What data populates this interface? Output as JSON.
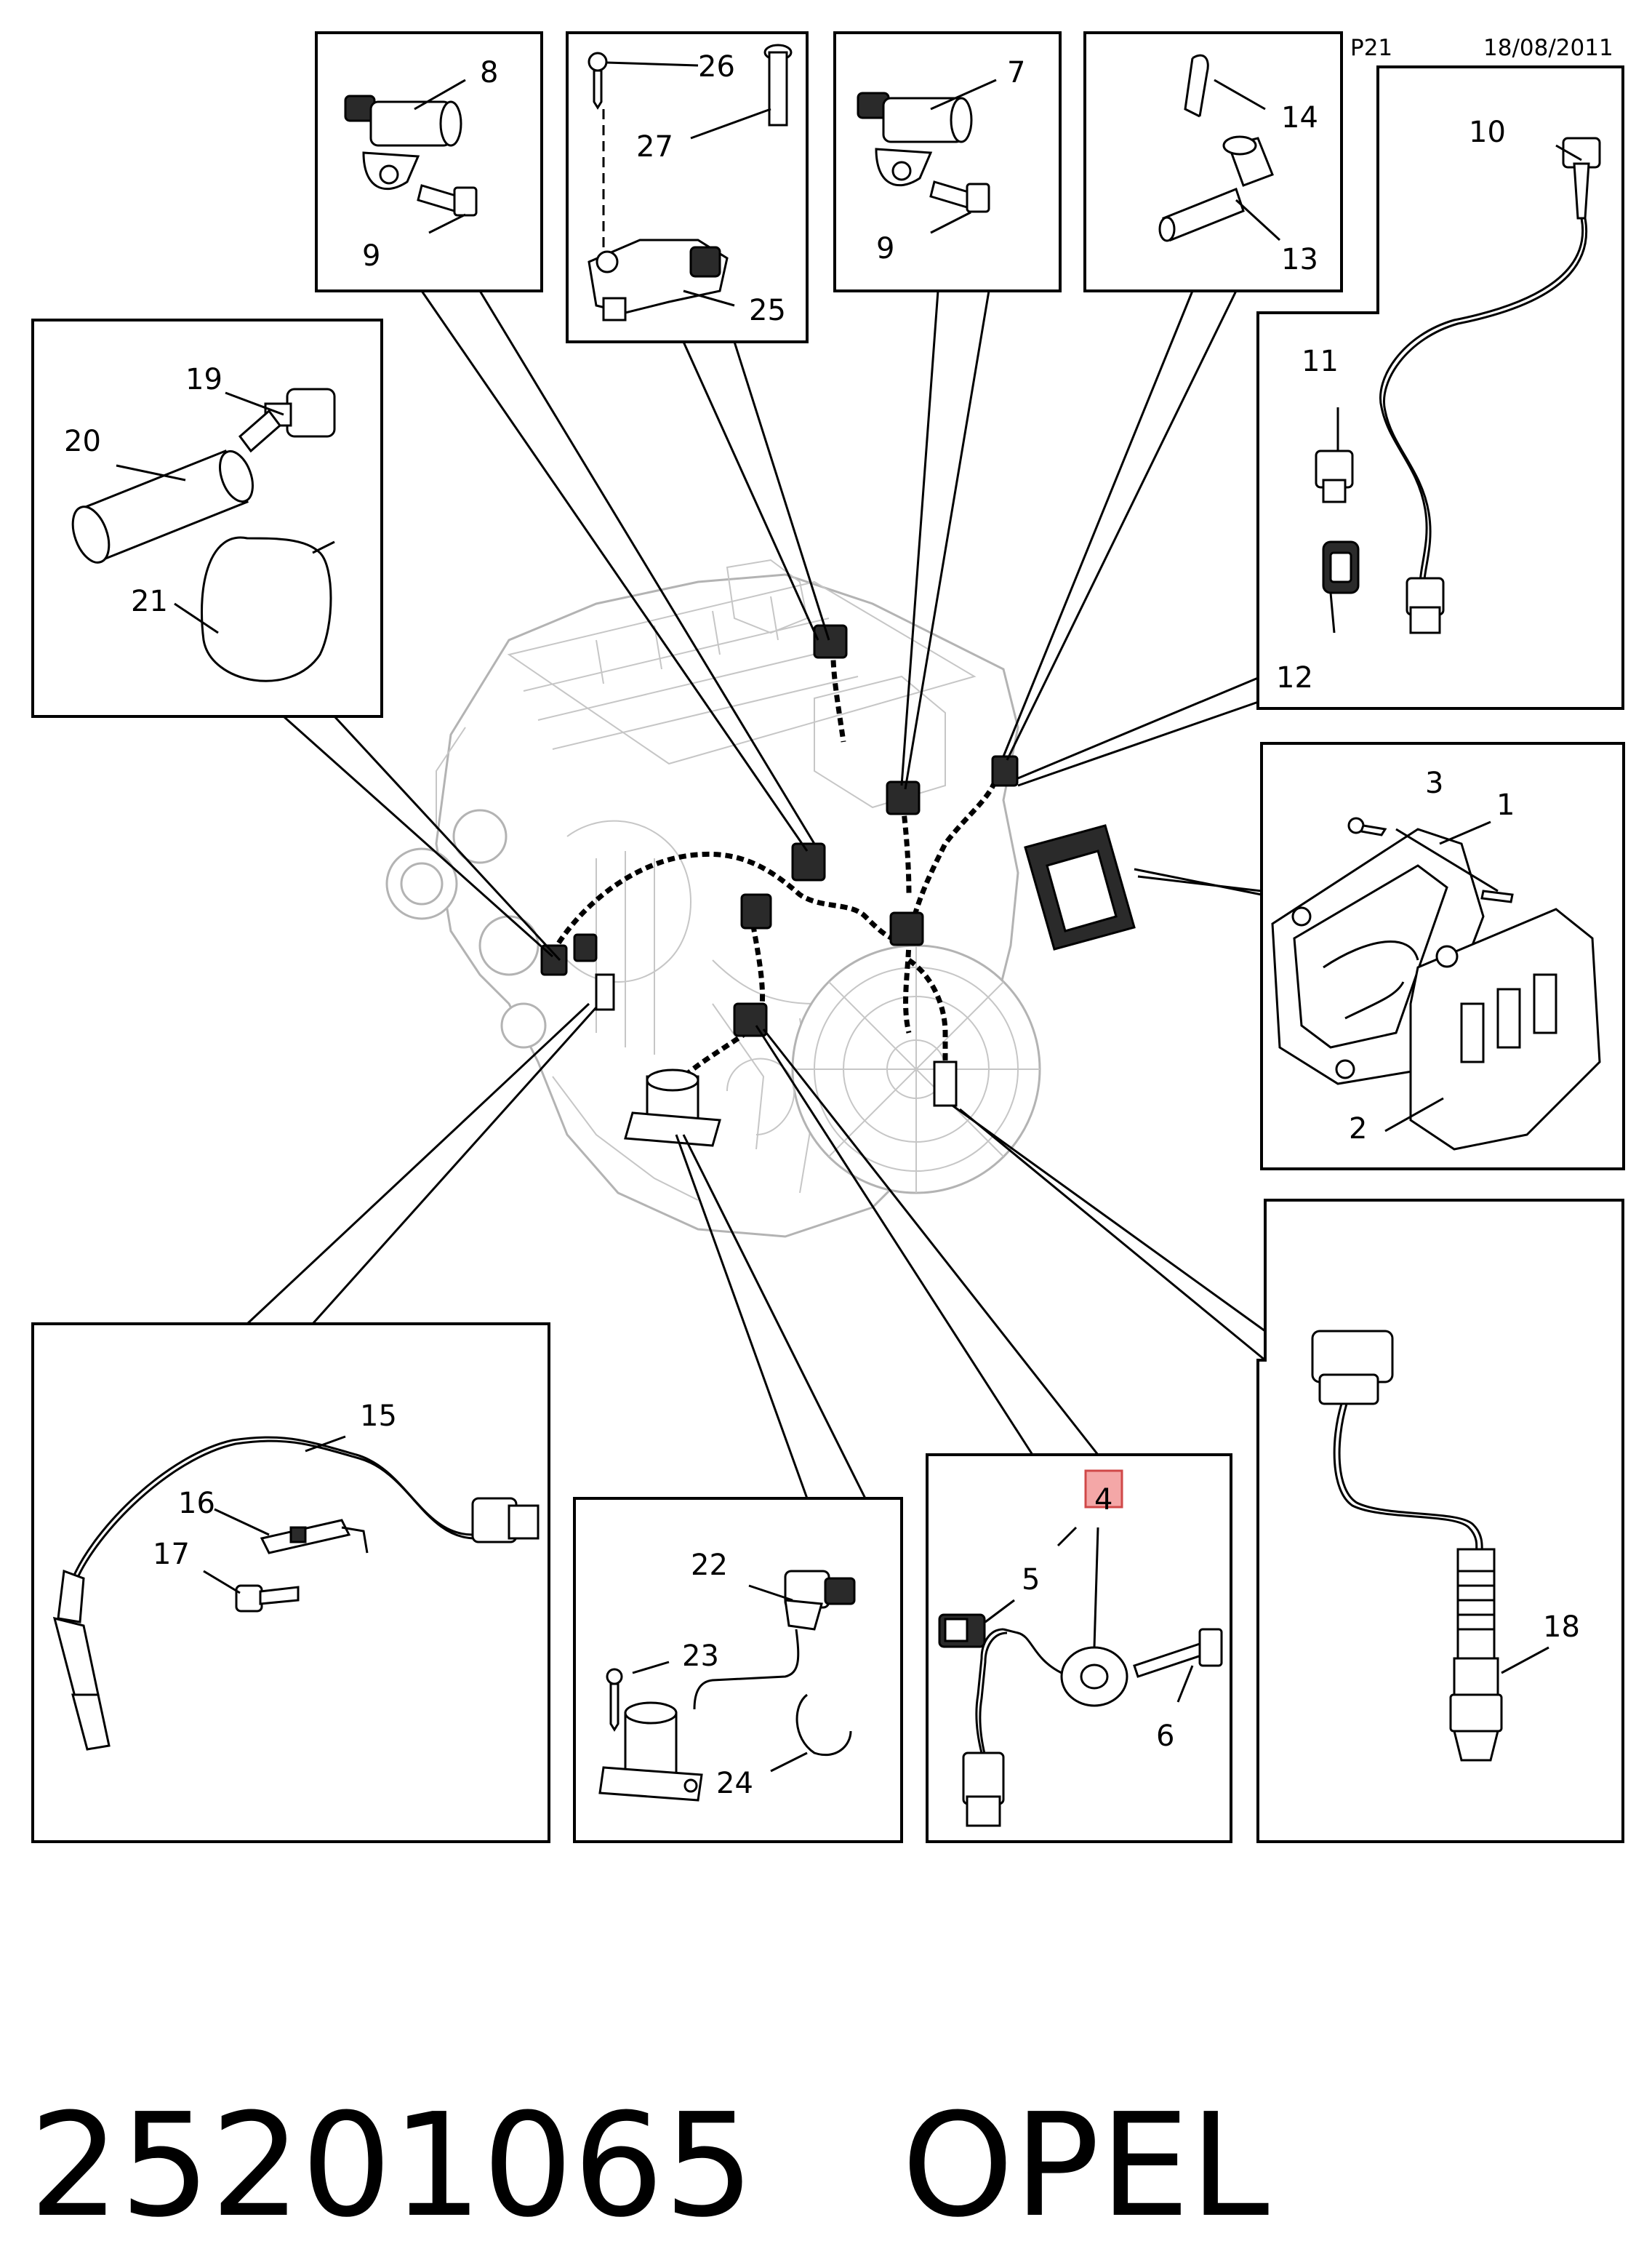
{
  "header": {
    "page_code": "P21",
    "date": "18/08/2011"
  },
  "callouts": {
    "c1": "1",
    "c2": "2",
    "c3": "3",
    "c4": "4",
    "c5": "5",
    "c6": "6",
    "c7": "7",
    "c8": "8",
    "c9a": "9",
    "c9b": "9",
    "c10": "10",
    "c11": "11",
    "c12": "12",
    "c13": "13",
    "c14": "14",
    "c15": "15",
    "c16": "16",
    "c17": "17",
    "c18": "18",
    "c19": "19",
    "c20": "20",
    "c21": "21",
    "c22": "22",
    "c23": "23",
    "c24": "24",
    "c25": "25",
    "c26": "26",
    "c27": "27"
  },
  "highlight": {
    "color": "#f4a7a7",
    "target": "4"
  },
  "footer": {
    "part_number": "25201065",
    "brand": "OPEL"
  }
}
